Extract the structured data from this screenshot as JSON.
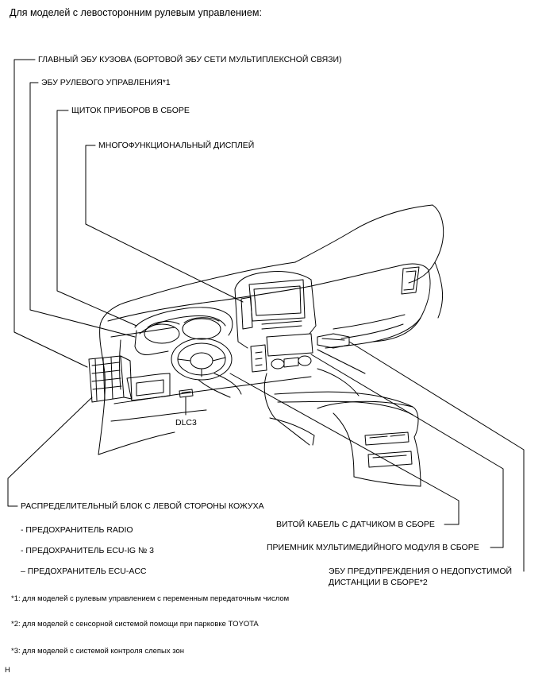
{
  "title": "Для моделей с левосторонним рулевым управлением:",
  "callouts": {
    "body_ecu": "ГЛАВНЫЙ ЭБУ КУЗОВА (БОРТОВОЙ ЭБУ СЕТИ МУЛЬТИПЛЕКСНОЙ СВЯЗИ)",
    "steering_ecu": "ЭБУ РУЛЕВОГО УПРАВЛЕНИЯ*1",
    "combination_meter": "ЩИТОК ПРИБОРОВ В СБОРЕ",
    "multi_display": "МНОГОФУНКЦИОНАЛЬНЫЙ ДИСПЛЕЙ",
    "dlc3": "DLC3",
    "junction_block": "РАСПРЕДЕЛИТЕЛЬНЫЙ БЛОК С ЛЕВОЙ СТОРОНЫ КОЖУХА",
    "fuse_radio": "- ПРЕДОХРАНИТЕЛЬ RADIO",
    "fuse_ecu_ig": "- ПРЕДОХРАНИТЕЛЬ ECU-IG № 3",
    "fuse_ecu_acc": "– ПРЕДОХРАНИТЕЛЬ ECU-ACC",
    "spiral_cable": "ВИТОЙ КАБЕЛЬ С ДАТЧИКОМ В СБОРЕ",
    "multimedia_receiver": "ПРИЕМНИК МУЛЬТИМЕДИЙНОГО МОДУЛЯ В СБОРЕ",
    "clearance_ecu_line1": "ЭБУ ПРЕДУПРЕЖДЕНИЯ О НЕДОПУСТИМОЙ",
    "clearance_ecu_line2": "ДИСТАНЦИИ В СБОРЕ*2"
  },
  "footnotes": {
    "note1": "*1: для моделей с рулевым управлением с переменным передаточным числом",
    "note2": "*2: для моделей с сенсорной системой помощи при парковке TOYOTA",
    "note3": "*3: для моделей с системой контроля слепых зон"
  },
  "corner_mark": "H"
}
